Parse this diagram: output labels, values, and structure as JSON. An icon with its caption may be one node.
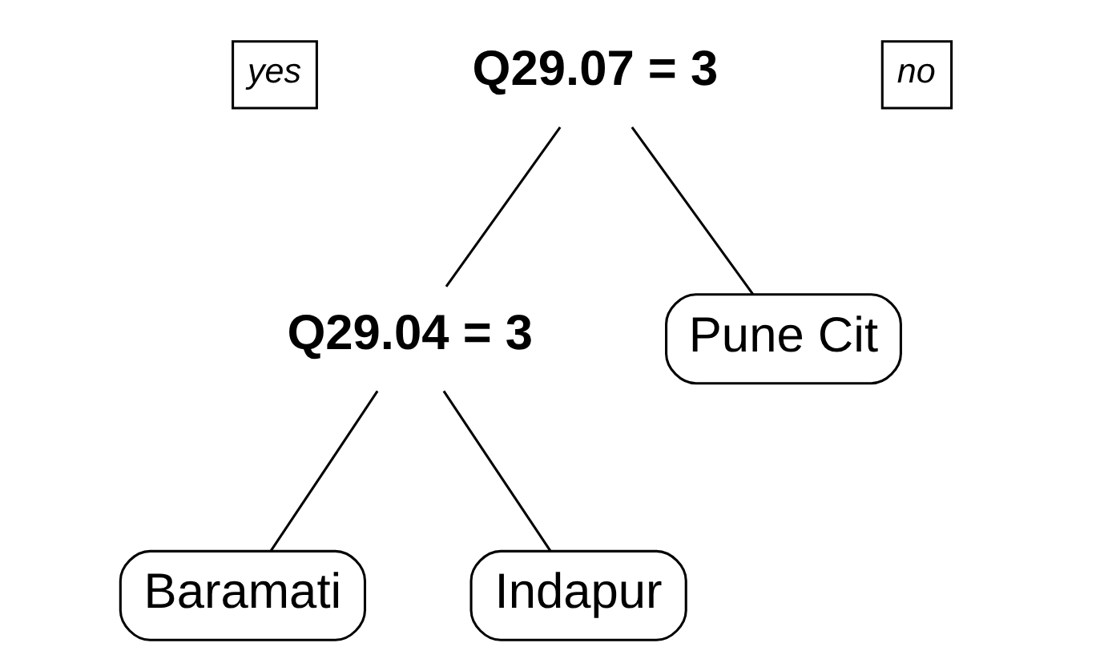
{
  "diagram": {
    "nodes": [
      {
        "text": [
          "Q29.07 = 3"
        ]
      },
      {
        "text": [
          "Q29.04 = 3"
        ]
      },
      {
        "text": [
          "Pune Cit"
        ]
      },
      {
        "text": [
          "Baramati"
        ]
      },
      {
        "text": [
          "Indapur"
        ]
      }
    ],
    "edges": [
      {
        "from": 0,
        "to": 1,
        "arrow": "none"
      },
      {
        "from": 0,
        "to": 2,
        "arrow": "none"
      },
      {
        "from": 1,
        "to": 3,
        "arrow": "none"
      },
      {
        "from": 1,
        "to": 4,
        "arrow": "none"
      }
    ],
    "labels": [
      "yes",
      "no"
    ]
  }
}
